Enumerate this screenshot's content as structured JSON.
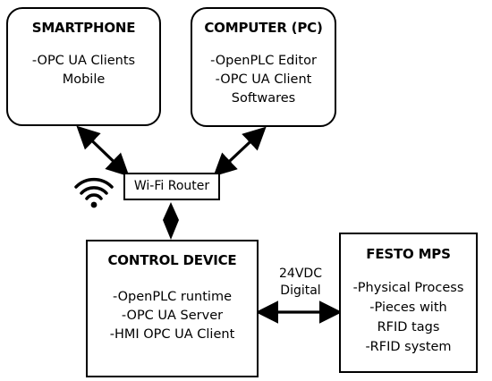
{
  "smartphone": {
    "title": "SMARTPHONE",
    "items": [
      "-OPC UA Clients",
      "Mobile"
    ]
  },
  "computer": {
    "title": "COMPUTER (PC)",
    "items": [
      "-OpenPLC Editor",
      "-OPC UA Client",
      "Softwares"
    ]
  },
  "router": {
    "label": "Wi-Fi Router"
  },
  "control_device": {
    "title": "CONTROL DEVICE",
    "items": [
      "-OpenPLC runtime",
      "-OPC UA Server",
      "-HMI OPC UA Client"
    ]
  },
  "festo": {
    "title": "FESTO MPS",
    "items": [
      "-Physical Process",
      "-Pieces with",
      "RFID tags",
      "-RFID system"
    ]
  },
  "link": {
    "line1": "24VDC",
    "line2": "Digital"
  },
  "icons": {
    "wifi": "wifi-icon"
  },
  "colors": {
    "stroke": "#000000",
    "background": "#ffffff"
  }
}
